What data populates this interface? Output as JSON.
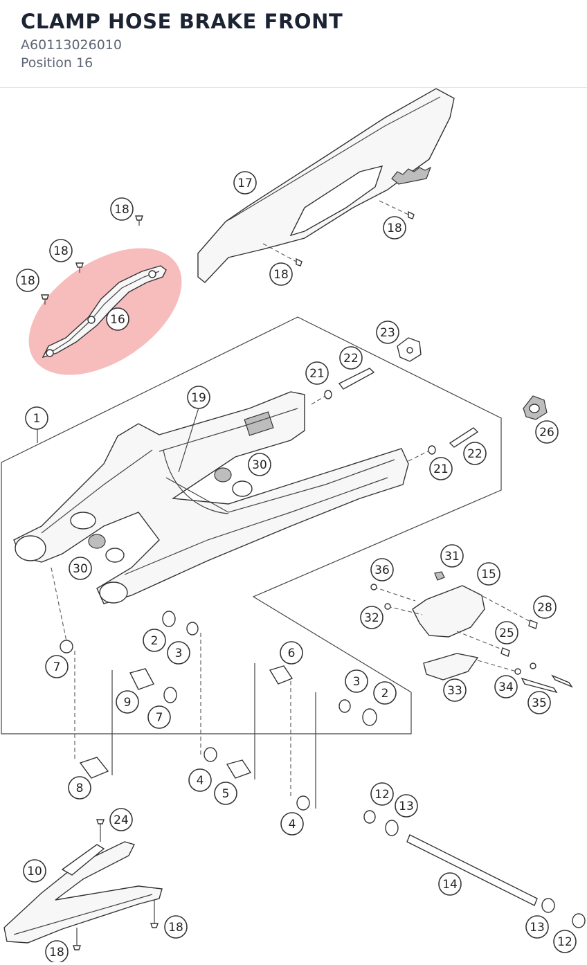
{
  "header": {
    "title": "CLAMP HOSE BRAKE FRONT",
    "part_number": "A60113026010",
    "position": "Position 16"
  },
  "diagram": {
    "highlight_color": "#f4a6a6",
    "highlighted_callout": "16",
    "callouts": [
      {
        "id": "c18a",
        "label": "18"
      },
      {
        "id": "c18b",
        "label": "18"
      },
      {
        "id": "c18c",
        "label": "18"
      },
      {
        "id": "c16",
        "label": "16"
      },
      {
        "id": "c17",
        "label": "17"
      },
      {
        "id": "c18d",
        "label": "18"
      },
      {
        "id": "c18e",
        "label": "18"
      },
      {
        "id": "c23",
        "label": "23"
      },
      {
        "id": "c22a",
        "label": "22"
      },
      {
        "id": "c21a",
        "label": "21"
      },
      {
        "id": "c19",
        "label": "19"
      },
      {
        "id": "c1",
        "label": "1"
      },
      {
        "id": "c26",
        "label": "26"
      },
      {
        "id": "c30a",
        "label": "30"
      },
      {
        "id": "c22b",
        "label": "22"
      },
      {
        "id": "c21b",
        "label": "21"
      },
      {
        "id": "c30b",
        "label": "30"
      },
      {
        "id": "c31",
        "label": "31"
      },
      {
        "id": "c36",
        "label": "36"
      },
      {
        "id": "c15",
        "label": "15"
      },
      {
        "id": "c28",
        "label": "28"
      },
      {
        "id": "c32",
        "label": "32"
      },
      {
        "id": "c25",
        "label": "25"
      },
      {
        "id": "c2a",
        "label": "2"
      },
      {
        "id": "c3a",
        "label": "3"
      },
      {
        "id": "c6",
        "label": "6"
      },
      {
        "id": "c7a",
        "label": "7"
      },
      {
        "id": "c3b",
        "label": "3"
      },
      {
        "id": "c2b",
        "label": "2"
      },
      {
        "id": "c33",
        "label": "33"
      },
      {
        "id": "c34",
        "label": "34"
      },
      {
        "id": "c35",
        "label": "35"
      },
      {
        "id": "c9",
        "label": "9"
      },
      {
        "id": "c7b",
        "label": "7"
      },
      {
        "id": "c8",
        "label": "8"
      },
      {
        "id": "c4a",
        "label": "4"
      },
      {
        "id": "c5",
        "label": "5"
      },
      {
        "id": "c12a",
        "label": "12"
      },
      {
        "id": "c13a",
        "label": "13"
      },
      {
        "id": "c24",
        "label": "24"
      },
      {
        "id": "c4b",
        "label": "4"
      },
      {
        "id": "c10",
        "label": "10"
      },
      {
        "id": "c14",
        "label": "14"
      },
      {
        "id": "c18f",
        "label": "18"
      },
      {
        "id": "c13b",
        "label": "13"
      },
      {
        "id": "c12b",
        "label": "12"
      },
      {
        "id": "c18g",
        "label": "18"
      }
    ]
  }
}
